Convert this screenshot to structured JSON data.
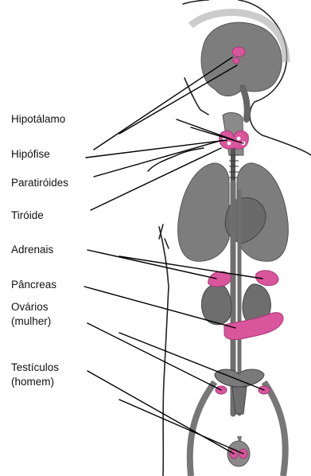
{
  "labels": {
    "hipotalamo": "Hipotálamo",
    "hipofise": "Hipófise",
    "paratiroides": "Paratiróides",
    "tiroide": "Tiróide",
    "adrenais": "Adrenais",
    "pancreas": "Pâncreas",
    "ovarios_line1": "Ovários",
    "ovarios_line2": "(mulher)",
    "testiculos_line1": "Testículos",
    "testiculos_line2": "(homem)"
  },
  "colors": {
    "organ": "#7d7d7d",
    "organ_dark": "#5c5c5c",
    "gland": "#d9559c",
    "gland_dark": "#a83a76",
    "outline": "#222222",
    "head": "#c8c8c8"
  }
}
